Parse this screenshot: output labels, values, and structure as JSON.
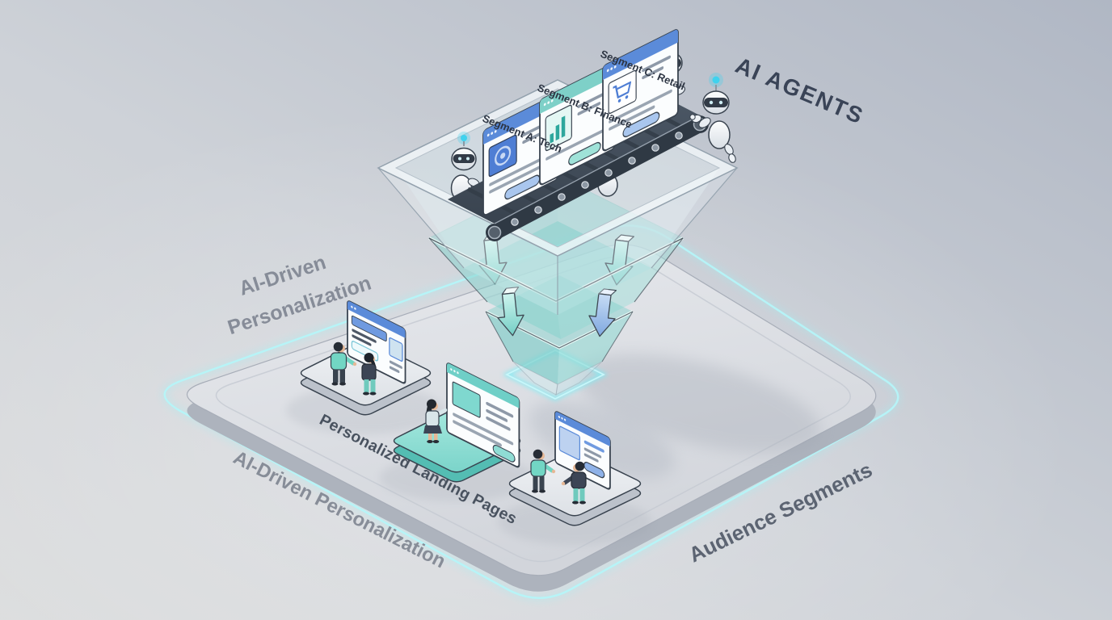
{
  "labels": {
    "ai_agents": "AI AGENTS",
    "ai_driven_upper_line1": "AI-Driven",
    "ai_driven_upper_line2": "Personalization",
    "ai_driven_bottom": "AI-Driven Personalization",
    "personalized_landing_pages": "Personalized Landing Pages",
    "audience_segments": "Audience Segments"
  },
  "conveyor": {
    "segments": [
      {
        "label": "Segment A: Tech"
      },
      {
        "label": "Segment B: Finance"
      },
      {
        "label": "Segment C: Retail"
      }
    ]
  },
  "colors": {
    "background_light": "#dcdde0",
    "background_dark": "#b2b9c5",
    "platform_top": "#e2e4e8",
    "glow_cyan": "#8feef5",
    "funnel_teal": "#7fd2ca",
    "arrow_blue": "#8fb2e6",
    "card_header_blue": "#5b8bd9",
    "card_header_teal": "#7ed0c8",
    "belt_dark": "#39434f",
    "outline_navy": "#39434f",
    "text_dark": "#3a4457",
    "text_gray": "#878d98",
    "robot_antenna": "#3fd2ee"
  }
}
